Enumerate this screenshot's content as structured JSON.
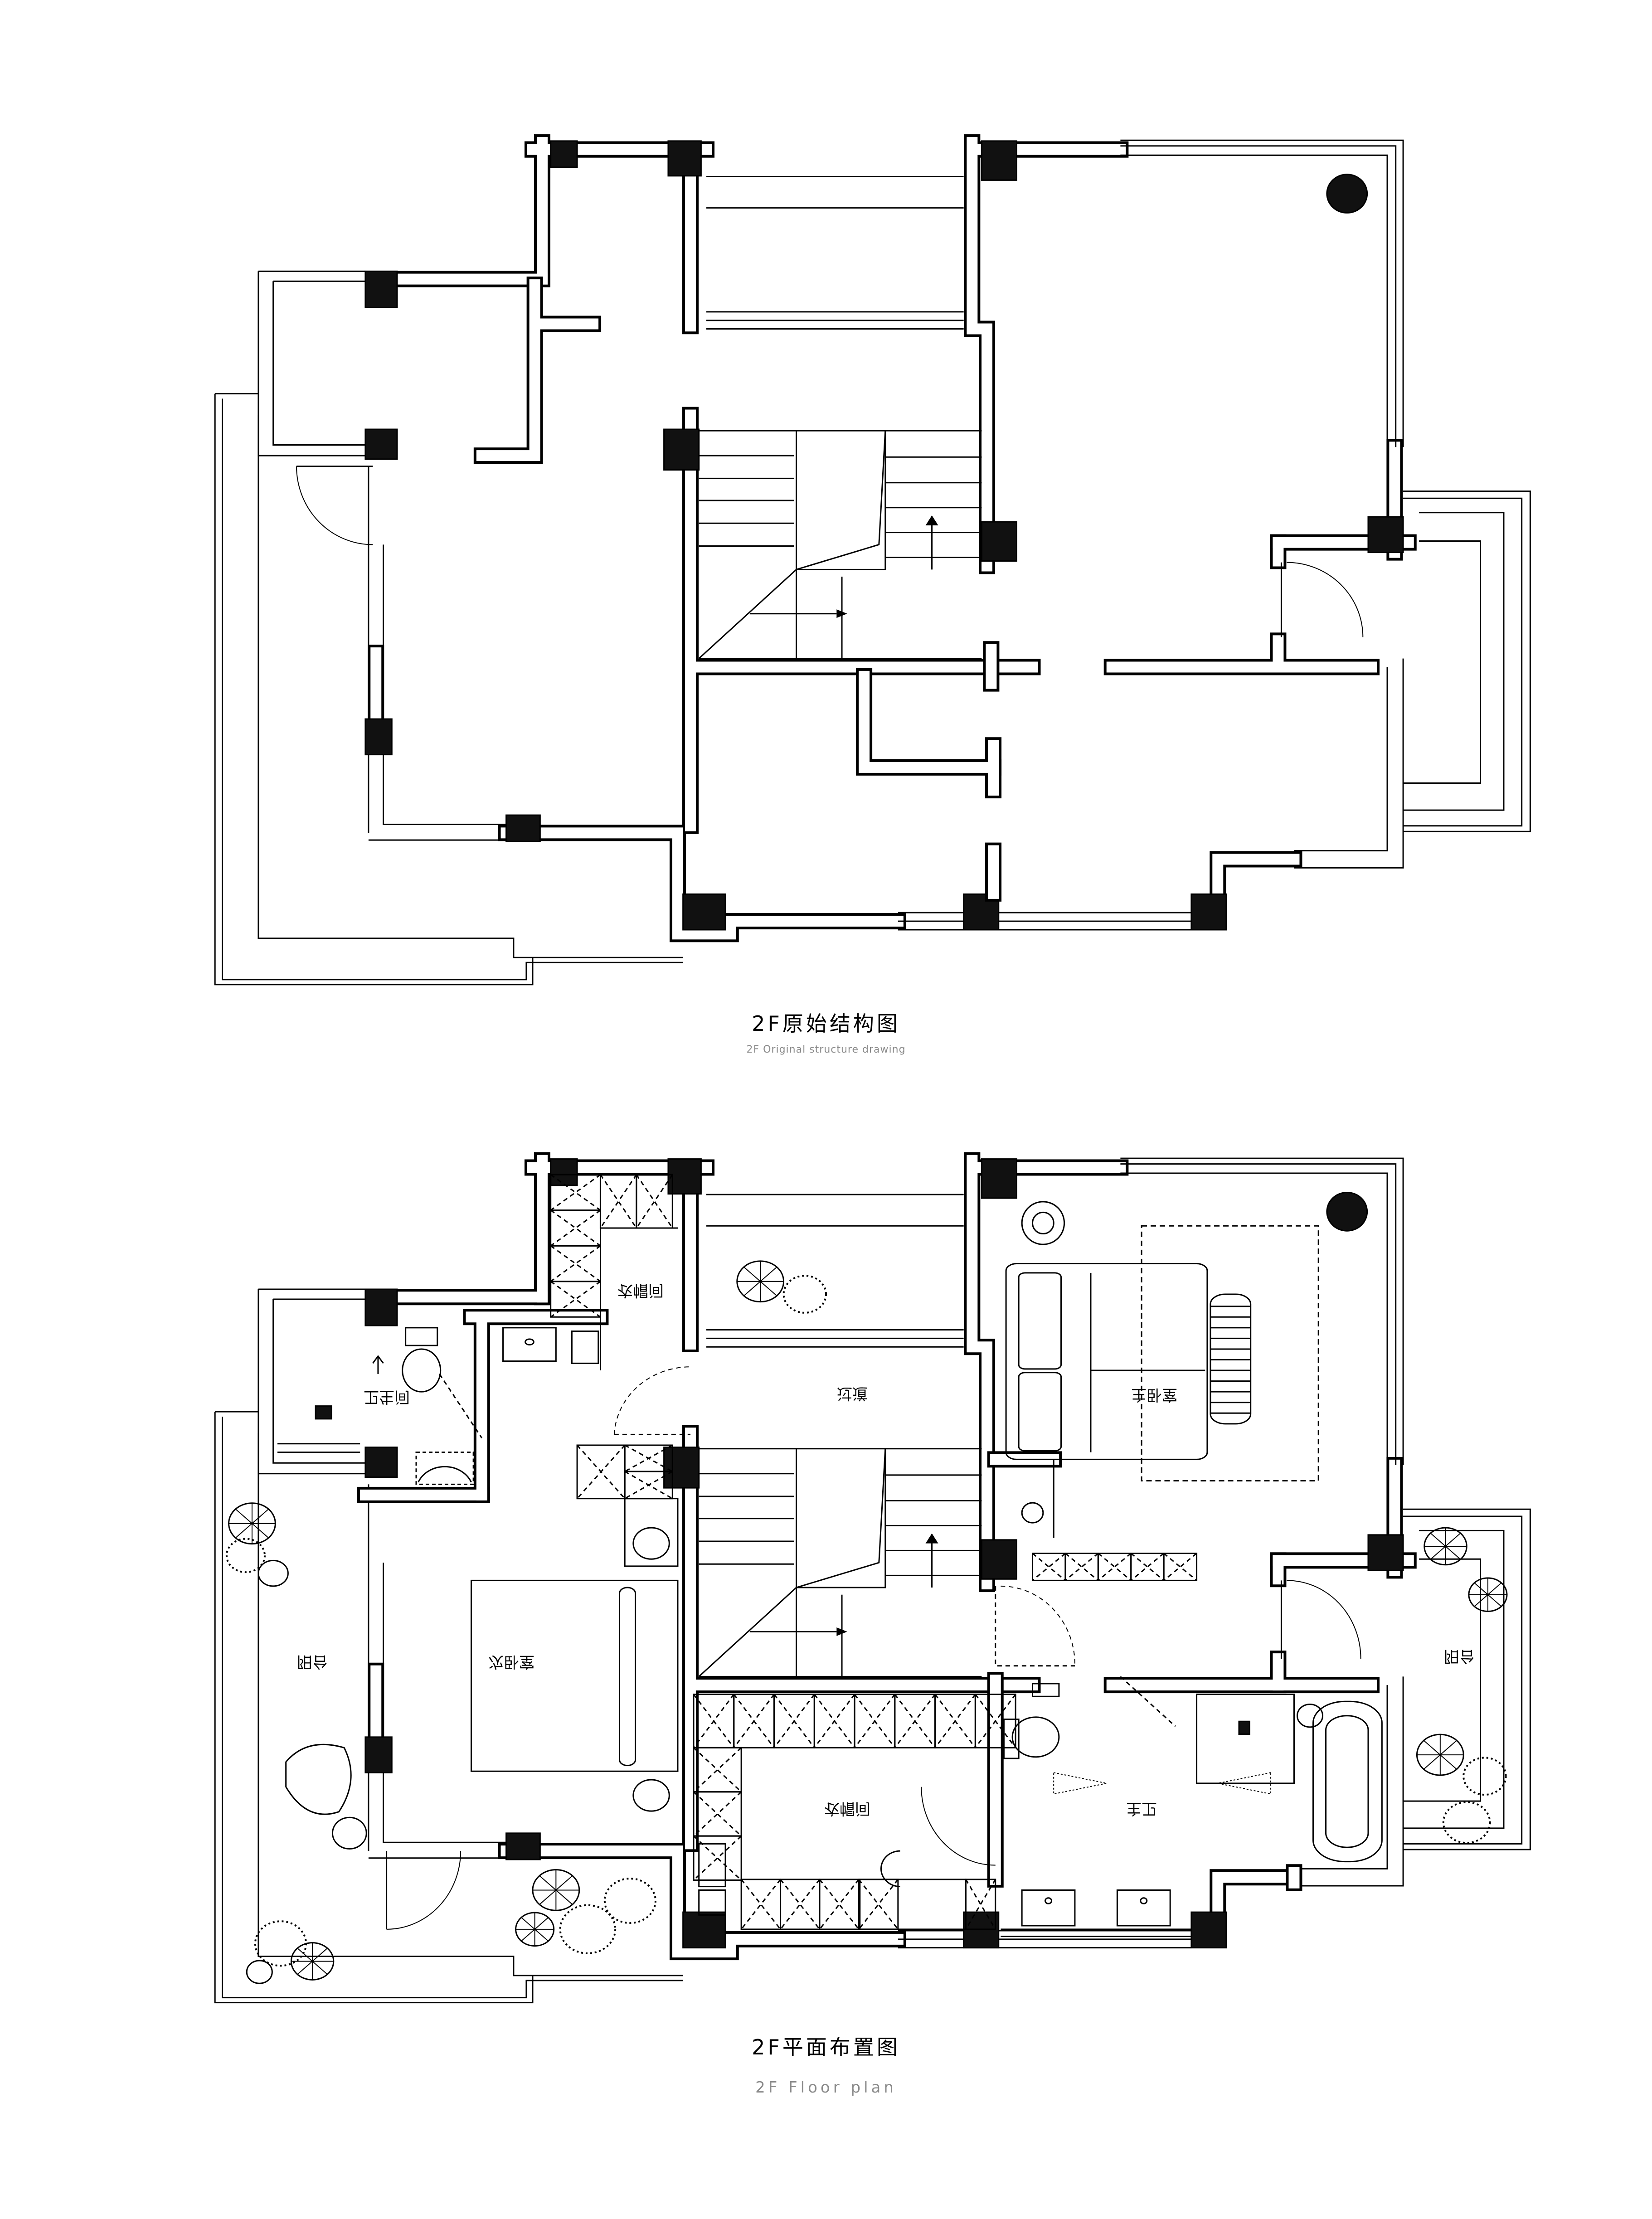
{
  "plans": [
    {
      "title": "2F原始结构图",
      "subtitle": "2F Original structure drawing"
    },
    {
      "title": "2F平面布置图",
      "subtitle": "2F Floor plan"
    }
  ],
  "rooms": {
    "cloakroom_north": "衣帽间",
    "bathroom": "卫生间",
    "corridor": "过道",
    "master_bedroom": "主卧室",
    "balcony_west": "阳台",
    "second_bedroom": "次卧室",
    "balcony_east": "阳台",
    "cloakroom_south": "衣帽间",
    "master_bathroom": "主卫"
  },
  "colors": {
    "line": "#000000",
    "column": "#111111",
    "subtitle": "#8a8a8a"
  }
}
